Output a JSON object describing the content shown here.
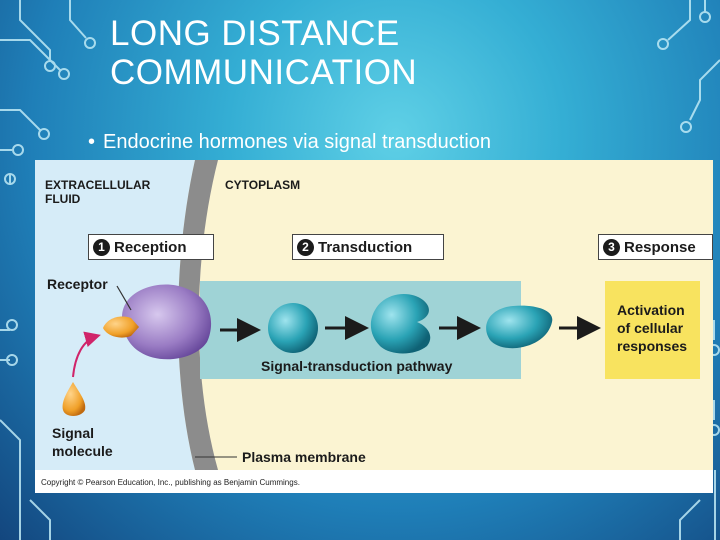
{
  "slide": {
    "title_line1": "LONG DISTANCE",
    "title_line2": "COMMUNICATION",
    "bullet": "Endocrine hormones via signal transduction"
  },
  "figure": {
    "extracellular_line1": "EXTRACELLULAR",
    "extracellular_line2": "FLUID",
    "cytoplasm": "CYTOPLASM",
    "steps": [
      {
        "num": "1",
        "label": "Reception"
      },
      {
        "num": "2",
        "label": "Transduction"
      },
      {
        "num": "3",
        "label": "Response"
      }
    ],
    "receptor": "Receptor",
    "pathway": "Signal-transduction pathway",
    "activation_line1": "Activation",
    "activation_line2": "of cellular",
    "activation_line3": "responses",
    "signal_line1": "Signal",
    "signal_line2": "molecule",
    "plasma_membrane": "Plasma membrane",
    "copyright": "Copyright © Pearson Education, Inc., publishing as Benjamin Cummings."
  },
  "colors": {
    "background": "#34aed4",
    "extracellular": "#d6ecf8",
    "cytoplasm": "#fbf4d2",
    "membrane": "#8c8c8c",
    "pathway_band": "#9fd3d6",
    "response_box": "#f8e35f",
    "receptor": "#9a7cc4",
    "signal_molecule": "#f0a028",
    "relay_protein": "#2aa3b5"
  }
}
